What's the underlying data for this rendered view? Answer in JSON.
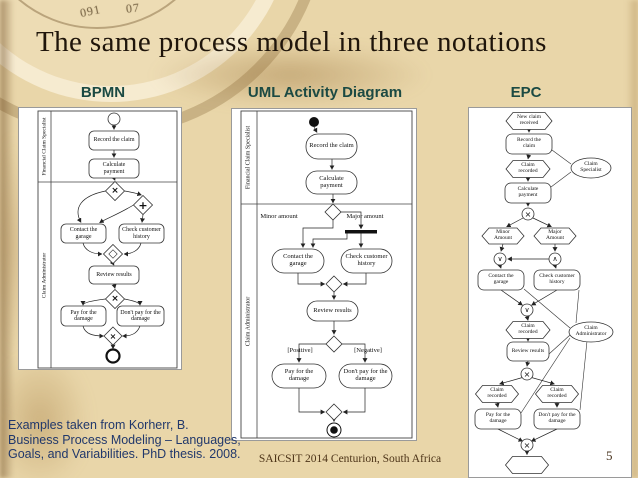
{
  "slide": {
    "title": "The same process model in three notations",
    "footer": "SAICSIT 2014 Centurion, South Africa",
    "page_number": "5",
    "citation_lines": [
      "Examples taken from Korherr, B.",
      "Business Process Modeling  – Languages,",
      "Goals, and Variabilities.  PhD thesis. 2008."
    ]
  },
  "decor": {
    "compass_numbers": [
      "091",
      "07"
    ]
  },
  "colors": {
    "background": "#e9d6a9",
    "title_text": "#1f150b",
    "section_heading": "#1b4a43",
    "citation_text": "#21386b",
    "footer_text": "#4d3418",
    "diagram_stroke": "#333333",
    "panel_background": "#ffffff"
  },
  "sections": [
    {
      "label": "BPMN"
    },
    {
      "label": "UML Activity Diagram"
    },
    {
      "label": "EPC"
    }
  ],
  "symbols": {
    "xor": "×",
    "and_plus": "+",
    "or": "∨",
    "and": "∧"
  },
  "bpmn": {
    "lanes": [
      "Financial Claim Specialist",
      "Claim Administrator"
    ],
    "nodes": {
      "record": "Record the claim",
      "calculate": "Calculate payment",
      "contact": "Contact the garage",
      "check": "Check customer history",
      "review": "Review results",
      "pay": "Pay for the damage",
      "dont_pay": "Don't pay for the damage"
    }
  },
  "uml": {
    "lanes": [
      "Financial Claim Specialist",
      "Claim Administrator"
    ],
    "nodes": {
      "record": "Record the claim",
      "calculate": "Calculate payment",
      "contact": "Contact the garage",
      "check": "Check customer history",
      "review": "Review results",
      "pay": "Pay for the damage",
      "dont_pay": "Don't pay for the damage"
    },
    "guards": {
      "minor": "Minor amount",
      "major": "Major amount",
      "positive": "[Positive]",
      "negative": "[Negative]"
    }
  },
  "epc": {
    "events": {
      "new_claim": "New claim received",
      "claim_recorded1": "Claim recorded",
      "minor": "Minor Amount",
      "major": "Major Amount",
      "claim_recorded2": "Claim recorded",
      "claim_recorded3": "Claim recorded",
      "claim_recorded4": "Claim recorded",
      "claim_recorded5": "Claim recorded"
    },
    "functions": {
      "record": "Record the claim",
      "calculate": "Calculate payment",
      "contact": "Contact the garage",
      "check": "Check customer history",
      "review": "Review results",
      "pay": "Pay for the damage",
      "dont_pay": "Don't pay for the damage"
    },
    "org_units": {
      "specialist": "Claim Specialist",
      "administrator": "Claim Administrator"
    }
  }
}
